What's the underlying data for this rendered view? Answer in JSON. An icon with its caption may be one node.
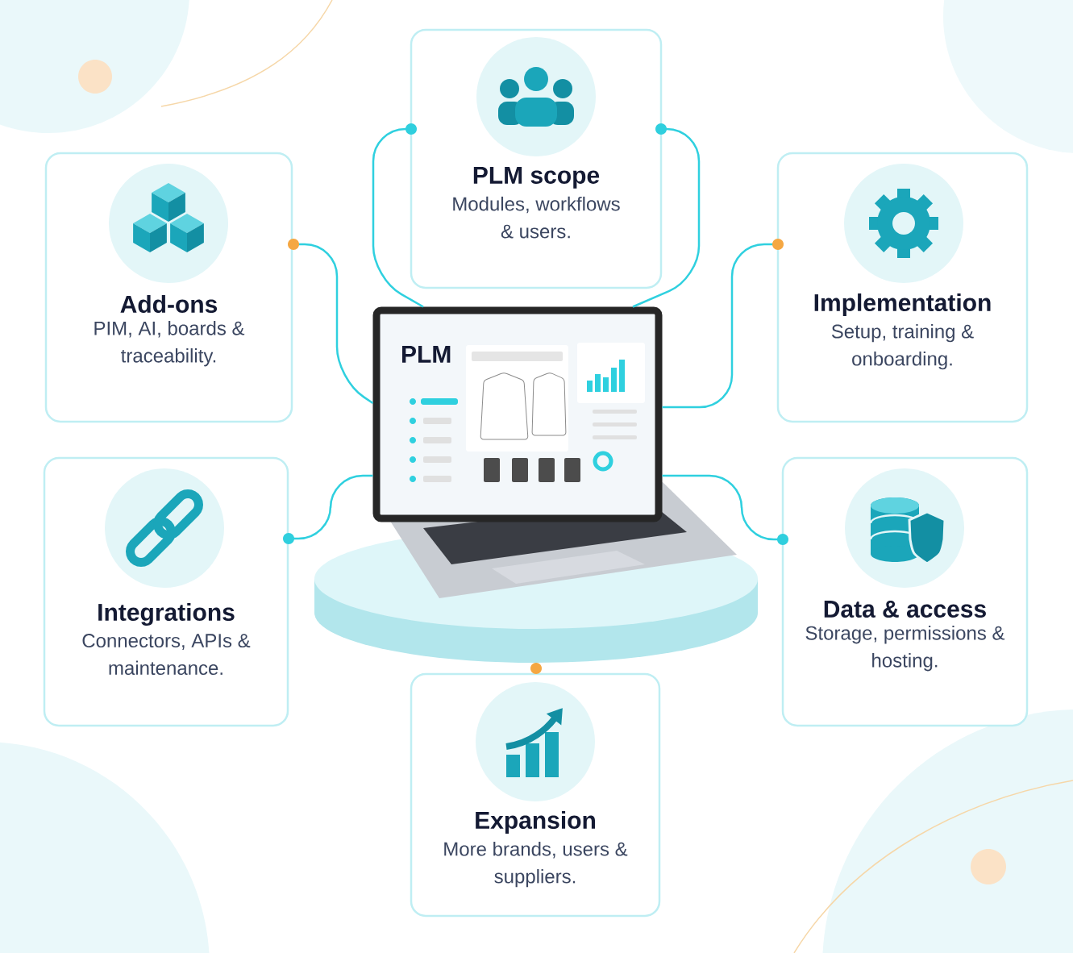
{
  "diagram": {
    "nodes": [
      {
        "text": [
          "PLM scope",
          "Modules, workflows & users."
        ]
      },
      {
        "text": [
          "Add-ons",
          "PIM, AI, boards & traceability."
        ]
      },
      {
        "text": [
          "Implementation",
          "Setup, training & onboarding."
        ]
      },
      {
        "text": [
          "PLM"
        ]
      },
      {
        "text": [
          "Integrations",
          "Connectors, APIs & maintenance."
        ]
      },
      {
        "text": [
          "Data & access",
          "Storage, permissions & hosting."
        ]
      },
      {
        "text": [],
        "shape": "cylinder"
      },
      {
        "text": [
          "Expansion",
          "More brands, users & suppliers."
        ]
      }
    ],
    "edges": [
      {
        "from": 3,
        "to": 0,
        "arrow": "none"
      },
      {
        "from": 3,
        "to": 0,
        "arrow": "none"
      },
      {
        "from": 3,
        "to": 1,
        "arrow": "none"
      },
      {
        "from": 3,
        "to": 2,
        "arrow": "none"
      },
      {
        "from": 3,
        "to": 4,
        "arrow": "none"
      },
      {
        "from": 3,
        "to": 5,
        "arrow": "none"
      },
      {
        "from": 6,
        "to": 7,
        "arrow": "none"
      }
    ]
  }
}
